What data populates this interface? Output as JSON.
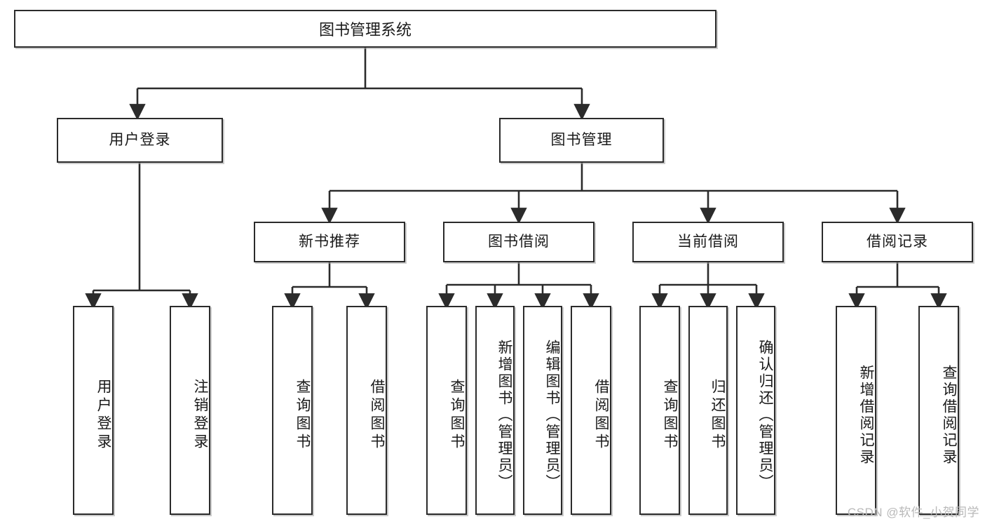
{
  "diagram": {
    "title": "图书管理系统",
    "type": "tree-hierarchy",
    "root": {
      "label": "图书管理系统"
    },
    "level2": [
      {
        "label": "用户登录"
      },
      {
        "label": "图书管理"
      }
    ],
    "level3": [
      {
        "label": "新书推荐"
      },
      {
        "label": "图书借阅"
      },
      {
        "label": "当前借阅"
      },
      {
        "label": "借阅记录"
      }
    ],
    "leaves": {
      "user_login": [
        {
          "label": "用户登录"
        },
        {
          "label": "注销登录"
        }
      ],
      "new_book_recommend": [
        {
          "label": "查询图书"
        },
        {
          "label": "借阅图书"
        }
      ],
      "book_borrow": [
        {
          "label": "查询图书"
        },
        {
          "label": "新增图书（管理员）"
        },
        {
          "label": "编辑图书（管理员）"
        },
        {
          "label": "借阅图书"
        }
      ],
      "current_borrow": [
        {
          "label": "查询图书"
        },
        {
          "label": "归还图书"
        },
        {
          "label": "确认归还（管理员）"
        }
      ],
      "borrow_record": [
        {
          "label": "新增借阅记录"
        },
        {
          "label": "查询借阅记录"
        }
      ]
    }
  },
  "watermark": {
    "text": "CSDN @软件_小贺同学"
  },
  "colors": {
    "border": "#2b2b2b",
    "background": "#ffffff",
    "text": "#1a1a1a",
    "watermark": "#b9b9b9",
    "connector": "#2b2b2b"
  }
}
